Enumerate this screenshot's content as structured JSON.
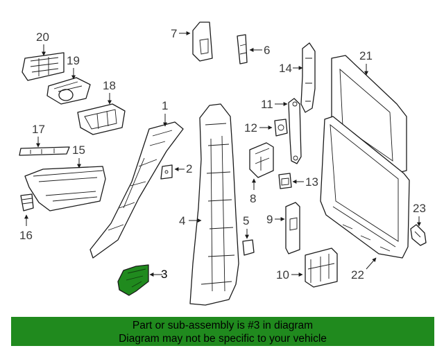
{
  "callouts": {
    "c1": "1",
    "c2": "2",
    "c3": "3",
    "c4": "4",
    "c5": "5",
    "c6": "6",
    "c7": "7",
    "c8": "8",
    "c9": "9",
    "c10": "10",
    "c11": "11",
    "c12": "12",
    "c13": "13",
    "c14": "14",
    "c15": "15",
    "c16": "16",
    "c17": "17",
    "c18": "18",
    "c19": "19",
    "c20": "20",
    "c21": "21",
    "c22": "22",
    "c23": "23"
  },
  "highlighted_part": "3",
  "colors": {
    "highlight": "#208a1e",
    "banner_bg": "#208a1e",
    "text": "#000000",
    "line": "#1a1a1a"
  },
  "banner": {
    "line1": "Part or sub-assembly is #3 in diagram",
    "line2": "Diagram may not be specific to your vehicle"
  }
}
